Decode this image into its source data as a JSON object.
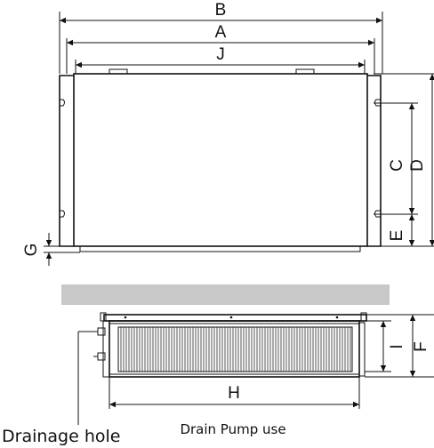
{
  "dimension_labels": {
    "B": "B",
    "A": "A",
    "J": "J",
    "C": "C",
    "D": "D",
    "E": "E",
    "G": "G",
    "F": "F",
    "I": "I",
    "H": "H"
  },
  "captions": {
    "drainage_hole": "Drainage hole",
    "drain_pump_use": "Drain Pump use"
  },
  "colors": {
    "line": "#111111",
    "ceiling": "#c8c8c8",
    "background": "#ffffff"
  }
}
